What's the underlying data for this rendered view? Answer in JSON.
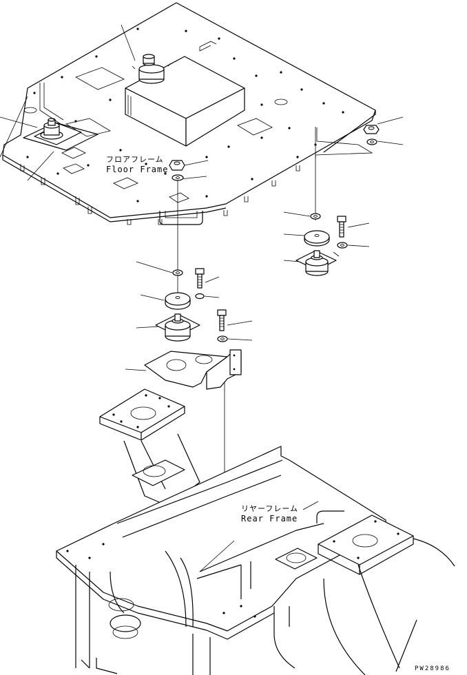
{
  "labels": {
    "floor_frame_jp": "フロアフレーム",
    "floor_frame_en": "Floor Frame",
    "rear_frame_jp": "リヤーフレーム",
    "rear_frame_en": "Rear Frame"
  },
  "drawing_code": "PW28986"
}
